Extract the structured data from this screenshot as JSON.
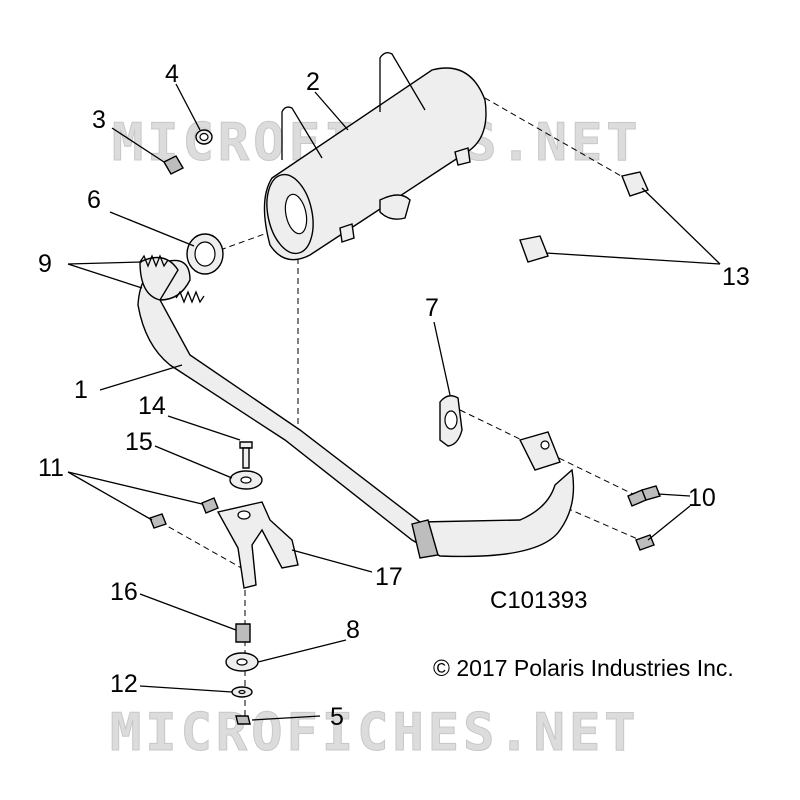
{
  "diagram": {
    "drawing_number": "C101393",
    "copyright": "© 2017 Polaris Industries Inc.",
    "watermark": "MICROFICHES.NET",
    "callouts": [
      "1",
      "2",
      "3",
      "4",
      "5",
      "6",
      "7",
      "8",
      "9",
      "10",
      "11",
      "12",
      "13",
      "14",
      "15",
      "16",
      "17"
    ]
  },
  "colors": {
    "line": "#000000",
    "part_fill": "#eeeeee",
    "watermark": "#dcdcdc"
  }
}
